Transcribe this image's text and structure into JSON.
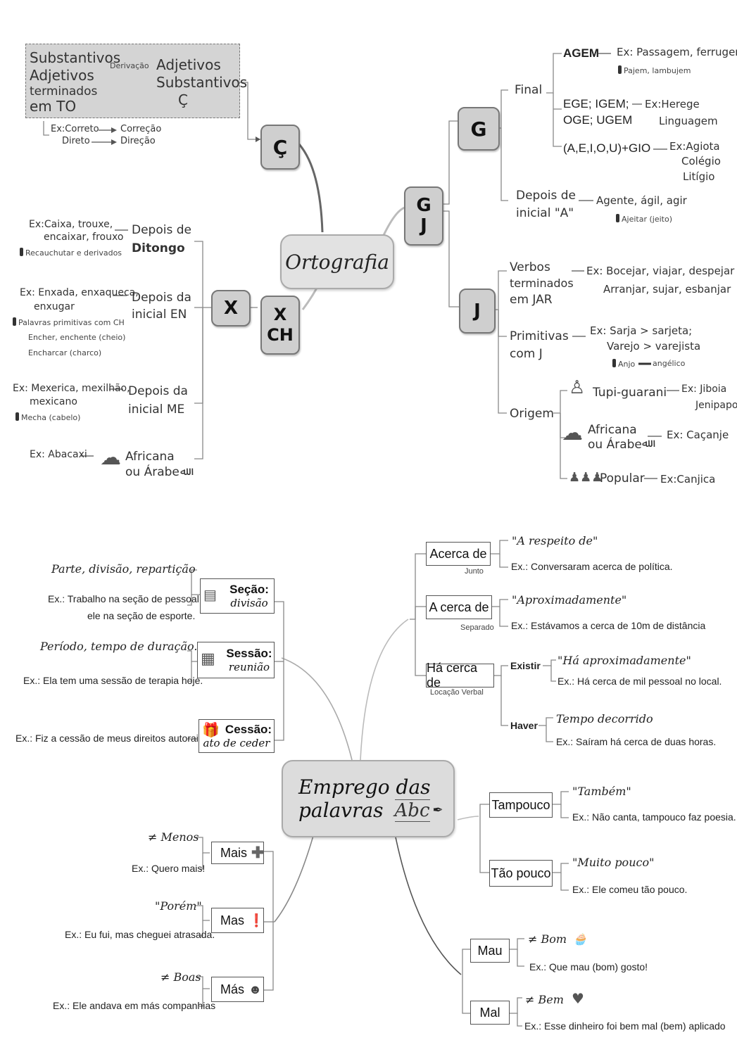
{
  "ortografia": {
    "title": "Ortografia",
    "c": {
      "node": "Ç",
      "box_line1": "Substantivos",
      "box_line2": "Adjetivos",
      "box_line3": "terminados",
      "box_line4": "em TO",
      "derivacao": "Derivação",
      "target1": "Adjetivos",
      "target2": "Substantivos",
      "target3": "Ç",
      "ex1a": "Ex:Correto",
      "ex1b": "Correção",
      "ex2a": "Direto",
      "ex2b": "Direção"
    },
    "gj": {
      "node_gj_1": "G",
      "node_gj_2": "J",
      "g_node": "G",
      "final": "Final",
      "agem": "AGEM",
      "agem_ex": "Ex: Passagem, ferrugem",
      "agem_warn": "Pajem, lambujem",
      "ege1": "EGE; IGEM;",
      "ege2": "OGE; UGEM",
      "ege_ex1": "Ex:Herege",
      "ege_ex2": "Linguagem",
      "gio": "(A,E,I,O,U)+GIO",
      "gio_ex1": "Ex:Agiota",
      "gio_ex2": "Colégio",
      "gio_ex3": "Litígio",
      "depois1": "Depois de",
      "depois2": "inicial \"A\"",
      "depois_ex": "Agente, ágil, agir",
      "depois_warn": "Ajeitar (jeito)",
      "j_node": "J",
      "verbos1": "Verbos",
      "verbos2": "terminados",
      "verbos3": "em JAR",
      "verbos_ex1": "Ex: Bocejar, viajar, despejar",
      "verbos_ex2": "Arranjar, sujar, esbanjar",
      "prim1": "Primitivas",
      "prim2": "com J",
      "prim_ex1": "Ex: Sarja > sarjeta;",
      "prim_ex2": "Varejo > varejista",
      "prim_warn_a": "Anjo",
      "prim_warn_b": "angélico",
      "origem": "Origem",
      "tupi": "Tupi-guarani",
      "tupi_ex1": "Ex: Jiboia",
      "tupi_ex2": "Jenipapo",
      "afr1": "Africana",
      "afr2": "ou Árabe",
      "afr_ex": "Ex: Caçanje",
      "popular": "Popular",
      "popular_ex": "Ex:Canjica"
    },
    "xch": {
      "node_1": "X",
      "node_2": "CH",
      "x_node": "X",
      "ditongo1": "Depois de",
      "ditongo2": "Ditongo",
      "ditongo_ex1": "Ex:Caixa, trouxe,",
      "ditongo_ex2": "encaixar, frouxo",
      "ditongo_warn": "Recauchutar e derivados",
      "en1": "Depois da",
      "en2": "inicial EN",
      "en_ex1": "Ex: Enxada, enxaqueca,",
      "en_ex2": "enxugar",
      "en_warn": "Palavras primitivas com CH",
      "en_sub1": "Encher, enchente (cheio)",
      "en_sub2": "Encharcar (charco)",
      "me1": "Depois da",
      "me2": "inicial ME",
      "me_ex1": "Ex: Mexerica, mexilhão,",
      "me_ex2": "mexicano",
      "me_warn": "Mecha (cabelo)",
      "afr1": "Africana",
      "afr2": "ou Árabe",
      "afr_ex": "Ex: Abacaxi"
    }
  },
  "emprego": {
    "title1": "Emprego das",
    "title2": "palavras",
    "abc": "Abc",
    "acerca": {
      "label": "Acerca de",
      "sub": "Junto",
      "meaning": "\"A respeito de\"",
      "ex": "Ex.: Conversaram acerca de política."
    },
    "a_cerca": {
      "label": "A cerca de",
      "sub": "Separado",
      "meaning": "\"Aproximadamente\"",
      "ex": "Ex.: Estávamos a cerca de 10m de distância"
    },
    "ha_cerca": {
      "label": "Há cerca de",
      "sub": "Locação Verbal",
      "existir": "Existir",
      "existir_meaning": "\"Há aproximadamente\"",
      "existir_ex": "Ex.: Há cerca de mil pessoal no local.",
      "haver": "Haver",
      "haver_meaning": "Tempo decorrido",
      "haver_ex": "Ex.: Saíram há cerca de duas horas."
    },
    "secao": {
      "label1": "Seção:",
      "label2": "divisão",
      "meaning": "Parte, divisão, repartição",
      "ex1": "Ex.:  Trabalho na seção de pessoal,",
      "ex2": "ele na seção de esporte."
    },
    "sessao": {
      "label1": "Sessão:",
      "label2": "reunião",
      "meaning": "Período, tempo de duração.",
      "ex": "Ex.:  Ela tem uma sessão de terapia hoje."
    },
    "cessao": {
      "label1": "Cessão:",
      "label2": "ato de ceder",
      "ex": "Ex.: Fiz a cessão de meus direitos autorais."
    },
    "tampouco": {
      "label": "Tampouco",
      "meaning": "\"Também\"",
      "ex": "Ex.: Não canta, tampouco faz poesia."
    },
    "tao_pouco": {
      "label": "Tão pouco",
      "meaning": "\"Muito pouco\"",
      "ex": "Ex.: Ele comeu tão pouco."
    },
    "mais": {
      "label": "Mais",
      "meaning": "≠ Menos",
      "ex": "Ex.: Quero mais!"
    },
    "mas": {
      "label": "Mas",
      "meaning": "\"Porém\"",
      "ex": "Ex.: Eu fui, mas cheguei atrasada."
    },
    "mas2": {
      "label": "Más",
      "meaning": "≠ Boas",
      "ex": "Ex.: Ele andava em más companhias"
    },
    "mau": {
      "label": "Mau",
      "meaning": "≠ Bom",
      "ex": "Ex.: Que mau (bom) gosto!"
    },
    "mal": {
      "label": "Mal",
      "meaning": "≠ Bem",
      "ex": "Ex.: Esse dinheiro foi bem mal (bem) aplicado"
    }
  }
}
